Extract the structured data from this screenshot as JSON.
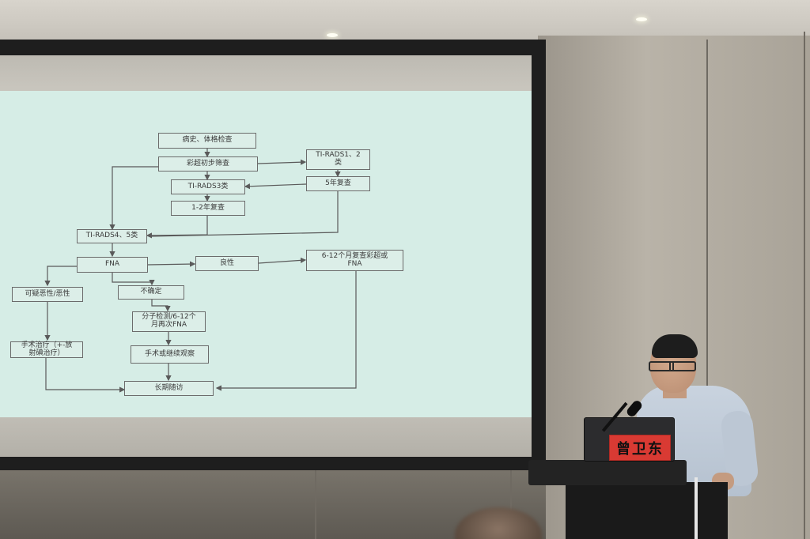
{
  "nameplate": {
    "text": "曾卫东"
  },
  "flowchart": {
    "nodes": {
      "history_exam": "病史、体格检查",
      "ultrasound_screen": "彩超初步筛查",
      "tirads_1_2": "TI-RADS1、2\n类",
      "tirads_3": "TI-RADS3类",
      "recheck_5yr": "5年复查",
      "recheck_1_2yr": "1-2年复查",
      "tirads_4_5": "TI-RADS4、5类",
      "fna": "FNA",
      "benign": "良性",
      "recheck_6_12mo": "6-12个月复查彩超或\nFNA",
      "suspicious_malignant": "可疑恶性/恶性",
      "indeterminate": "不确定",
      "molecular_test": "分子检测/6-12个\n月再次FNA",
      "surgery_radiation": "手术治疗（+-放\n射碘治疗）",
      "surgery_or_observe": "手术或继续观察",
      "long_term_followup": "长期随访"
    }
  },
  "colors": {
    "slide_bg": "#d6ede6",
    "box_border": "#6b6b6b",
    "arrow": "#5a5a5a",
    "nameplate_bg": "#d93a33"
  }
}
